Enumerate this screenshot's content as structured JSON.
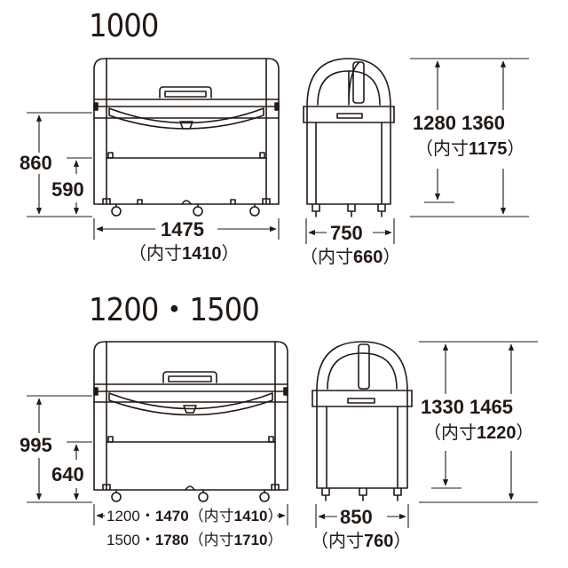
{
  "top": {
    "model": "1000",
    "height_outer": "860",
    "height_inner": "590",
    "width": "1475",
    "width_inner_open": "（内寸",
    "width_inner_value": "1410",
    "width_inner_close": "）",
    "depth": "750",
    "depth_inner_open": "（内寸",
    "depth_inner_value": "660",
    "depth_inner_close": "）",
    "side_heights": "1280 1360",
    "side_inner_open": "（内寸",
    "side_inner_value": "1175",
    "side_inner_close": "）"
  },
  "bottom": {
    "model": "1200・1500",
    "height_outer": "995",
    "height_inner": "640",
    "width_line1_prefix": "1200・",
    "width_line1_value": "1470",
    "width_line1_inner_open": "（内寸",
    "width_line1_inner_value": "1410",
    "width_line1_inner_close": "）",
    "width_line2_prefix": "1500・",
    "width_line2_value": "1780",
    "width_line2_inner_open": "（内寸",
    "width_line2_inner_value": "1710",
    "width_line2_inner_close": "）",
    "depth": "850",
    "depth_inner_open": "（内寸",
    "depth_inner_value": "760",
    "depth_inner_close": "）",
    "side_heights": "1330 1465",
    "side_inner_open": "（内寸",
    "side_inner_value": "1220",
    "side_inner_close": "）"
  },
  "colors": {
    "line": "#231815",
    "fill": "#ffffff"
  }
}
